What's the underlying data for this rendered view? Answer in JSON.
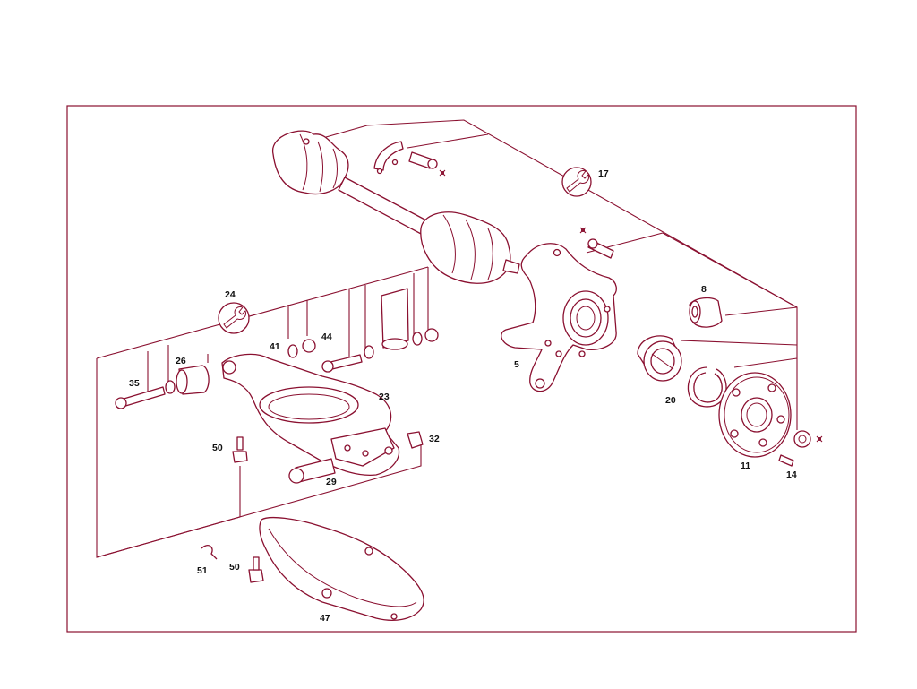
{
  "labels": [
    {
      "id": "p5",
      "text": "5"
    },
    {
      "id": "p8",
      "text": "8"
    },
    {
      "id": "p11",
      "text": "11"
    },
    {
      "id": "p14",
      "text": "14"
    },
    {
      "id": "p17",
      "text": "17"
    },
    {
      "id": "p20",
      "text": "20"
    },
    {
      "id": "p23",
      "text": "23"
    },
    {
      "id": "p24",
      "text": "24"
    },
    {
      "id": "p26",
      "text": "26"
    },
    {
      "id": "p29",
      "text": "29"
    },
    {
      "id": "p32",
      "text": "32"
    },
    {
      "id": "p35",
      "text": "35"
    },
    {
      "id": "p41",
      "text": "41"
    },
    {
      "id": "p44",
      "text": "44"
    },
    {
      "id": "p47",
      "text": "47"
    },
    {
      "id": "p50a",
      "text": "50"
    },
    {
      "id": "p50b",
      "text": "50"
    },
    {
      "id": "p51",
      "text": "51"
    }
  ],
  "icons": [
    "wrench-symbol-icon",
    "torque-mark-icon"
  ]
}
